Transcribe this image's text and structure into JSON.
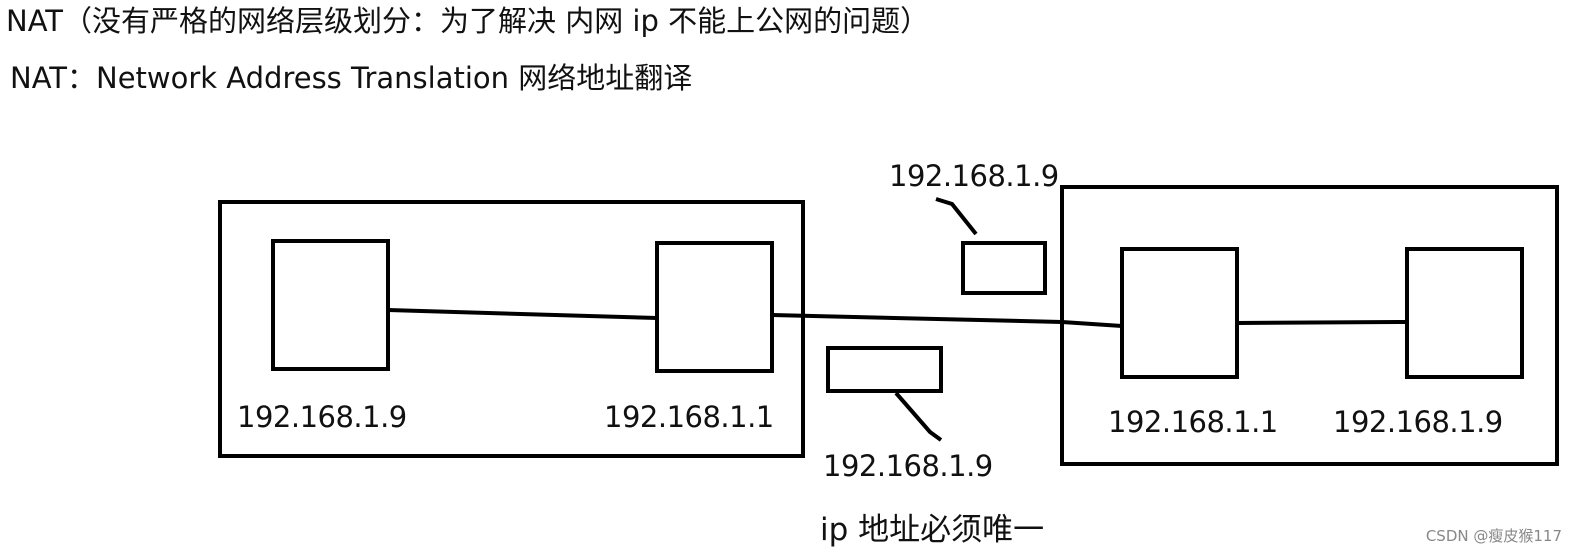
{
  "title_line1": "NAT（没有严格的网络层级划分：为了解决 内网 ip 不能上公网的问题）",
  "title_line2": "NAT：Network  Address  Translation  网络地址翻译",
  "left_network": {
    "host_ip": "192.168.1.9",
    "router_ip": "192.168.1.1"
  },
  "right_network": {
    "router_ip": "192.168.1.1",
    "host_ip": "192.168.1.9"
  },
  "packet_upper_label": "192.168.1.9",
  "packet_lower_label": "192.168.1.9",
  "note": "ip 地址必须唯一",
  "watermark": "CSDN @瘦皮猴117"
}
